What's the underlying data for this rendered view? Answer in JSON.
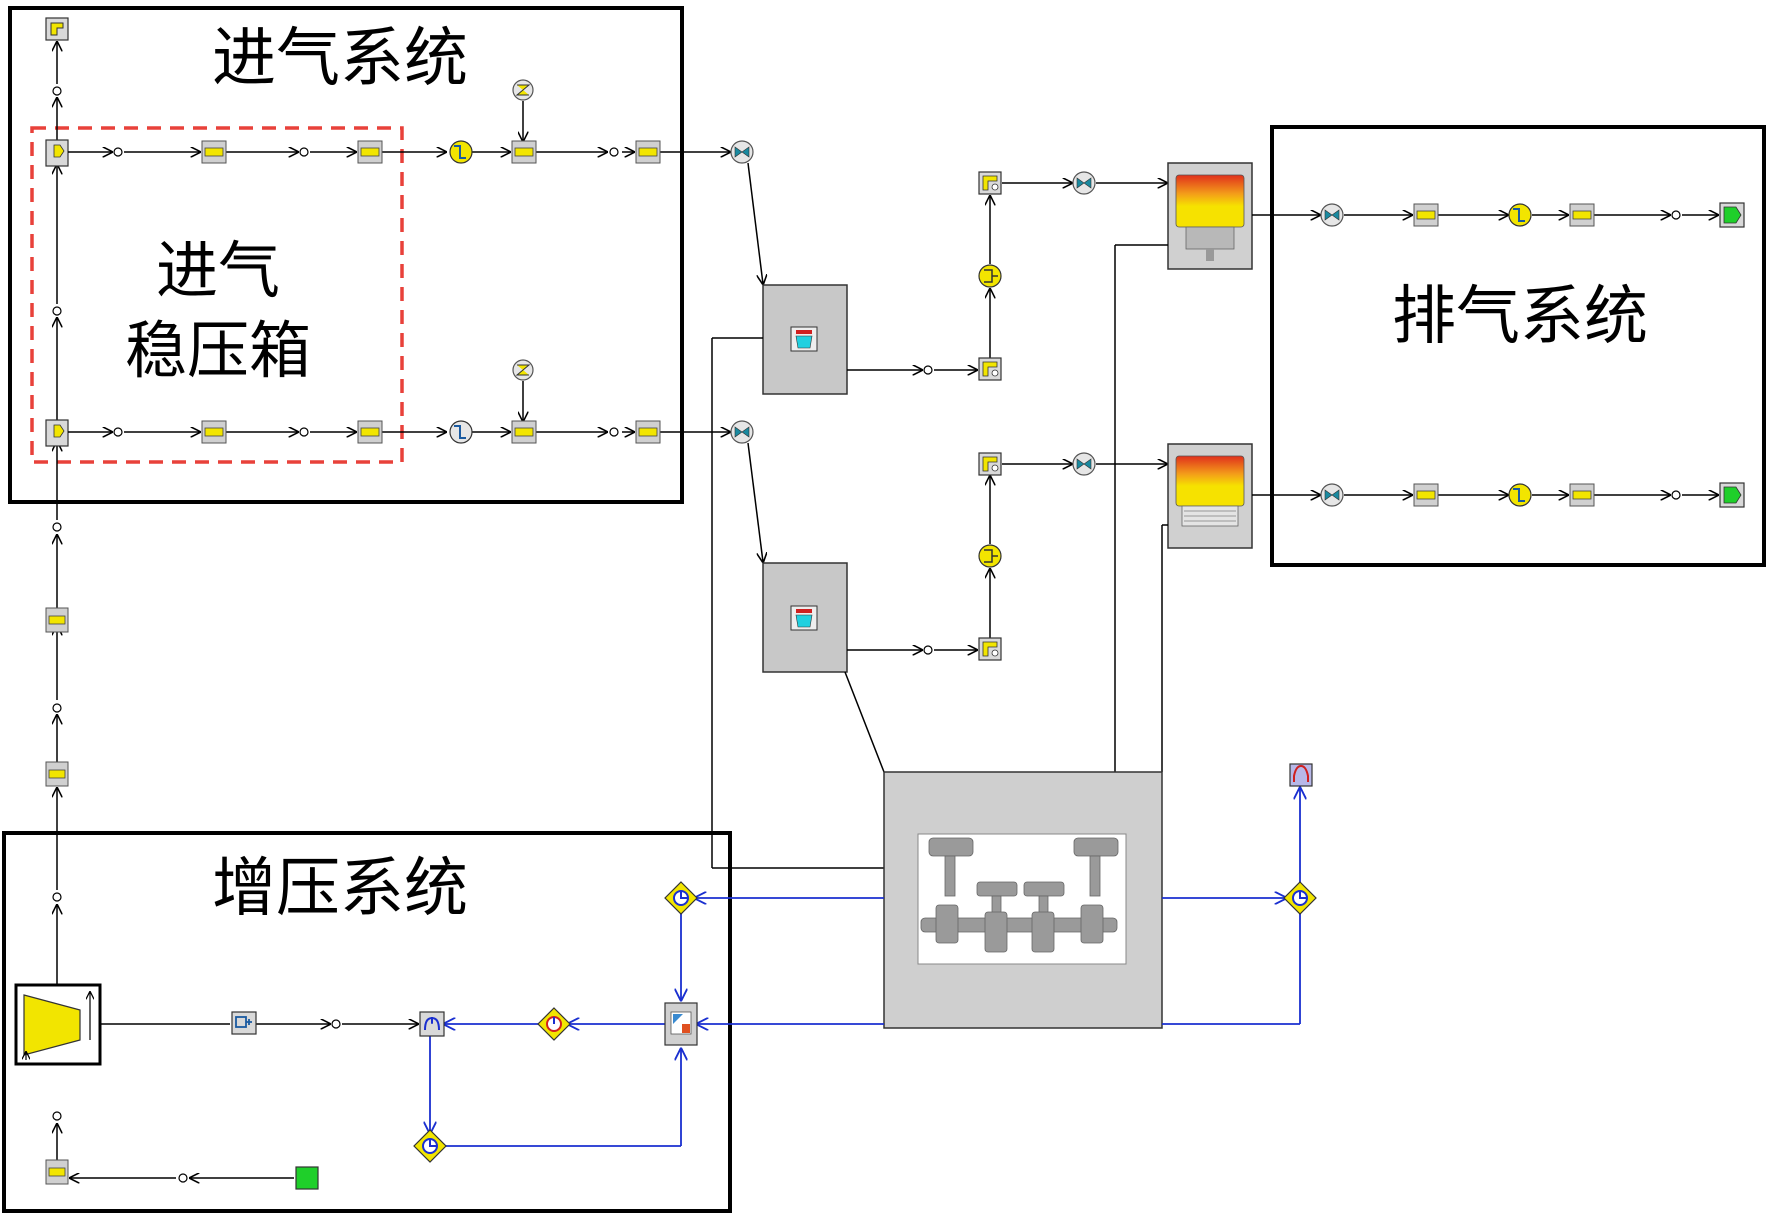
{
  "regions": {
    "intake_system": "进气系统",
    "intake_plenum_line1": "进气",
    "intake_plenum_line2": "稳压箱",
    "exhaust_system": "排气系统",
    "boost_system": "增压系统"
  },
  "icons": {
    "pipe": "pipe-icon",
    "orifice": "orifice-node-icon",
    "injector": "injector-icon",
    "throttle": "throttle-icon",
    "valve": "valve-icon",
    "cylinder": "cylinder-icon",
    "engine": "crankshaft-engine-icon",
    "compressor": "compressor-icon",
    "shaft": "shaft-icon",
    "end_environment": "end-environment-icon",
    "sensor": "sensor-icon",
    "actuator": "actuator-icon",
    "monitor": "monitor-icon"
  },
  "colors": {
    "pipe_fill": "#f2e500",
    "signal_line": "#1a2fd0",
    "plenum_outline": "#e8413a",
    "end_environment": "#1fcf2a",
    "block_grey": "#c8c8c8"
  }
}
